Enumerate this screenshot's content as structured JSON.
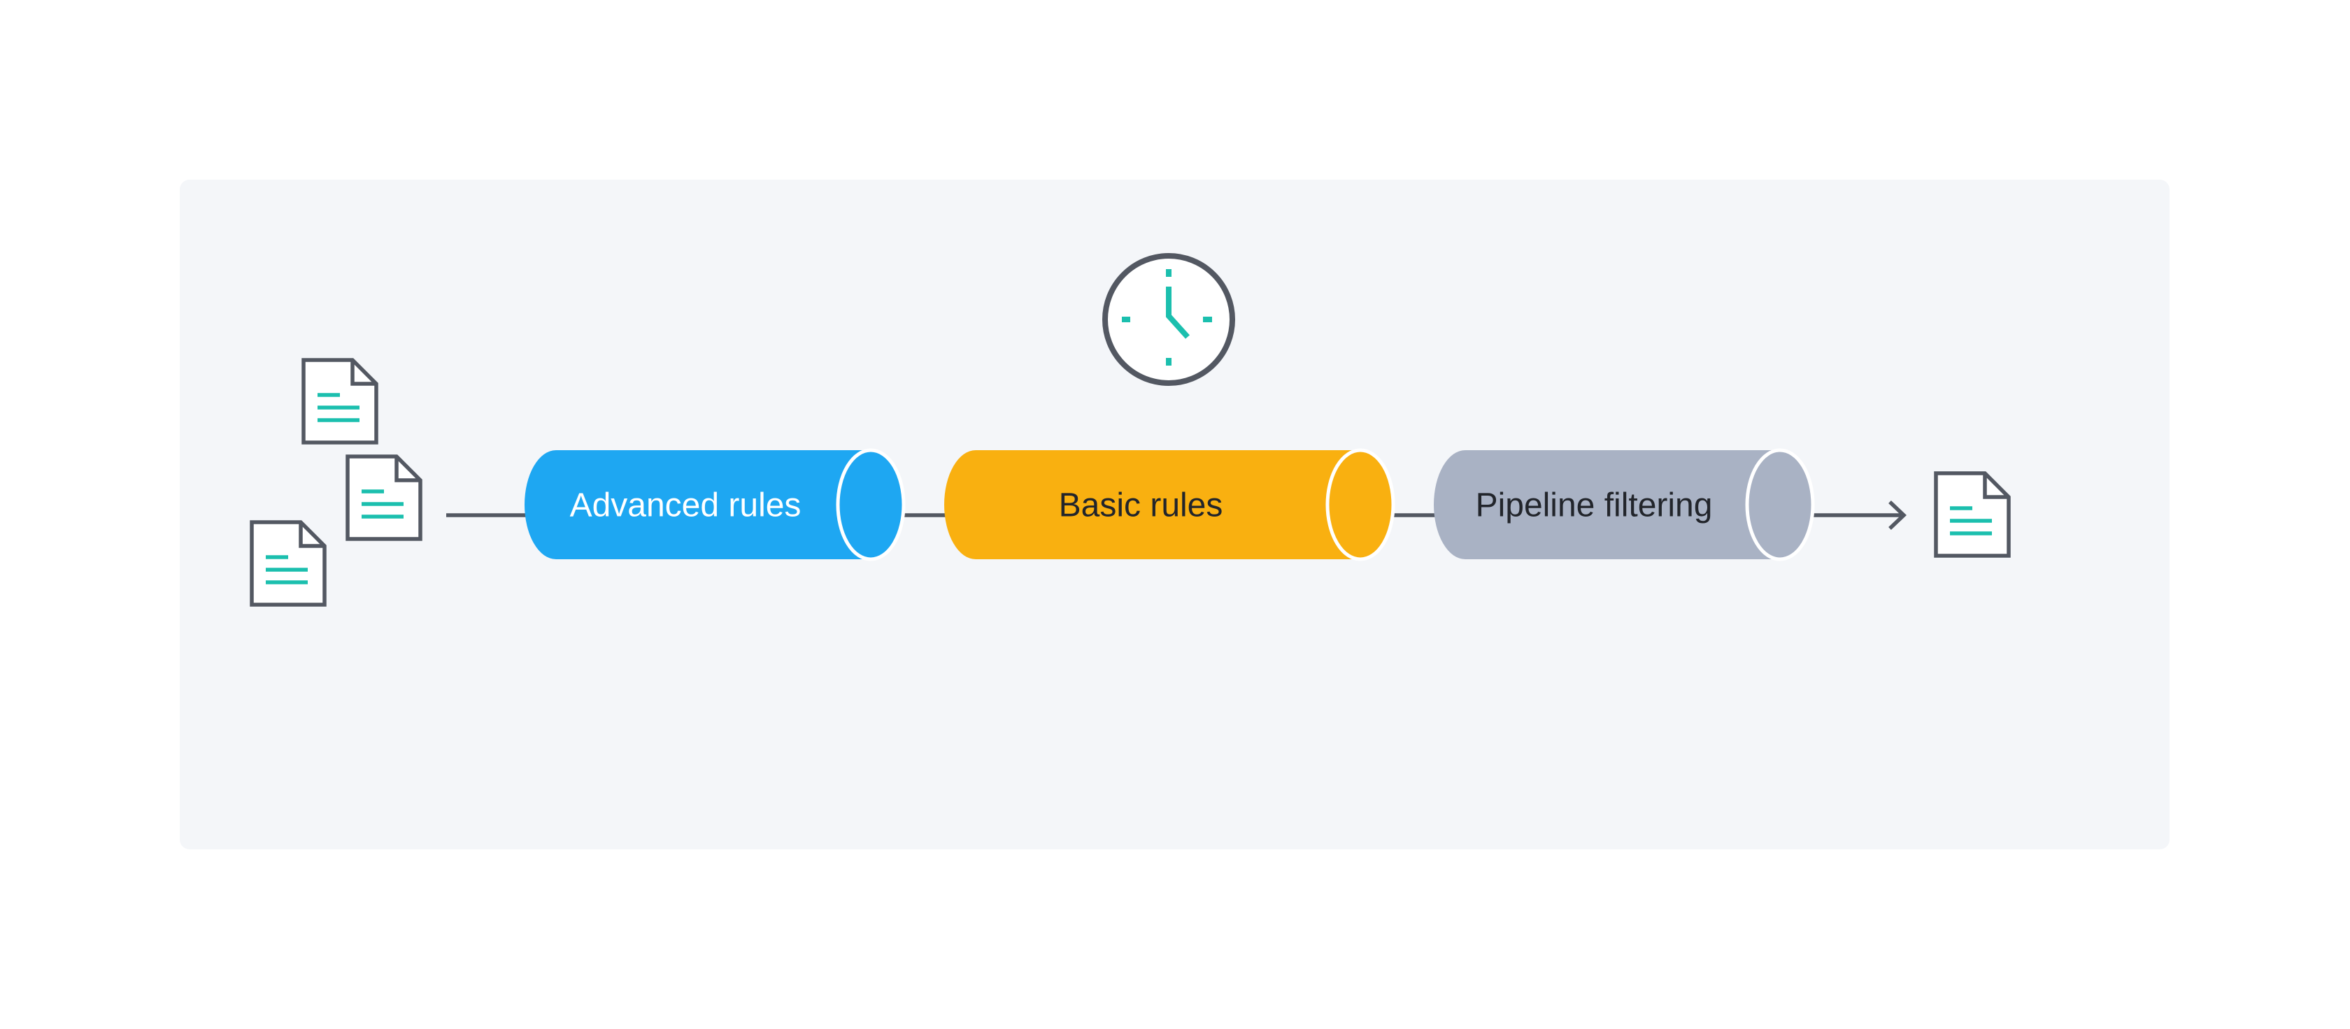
{
  "stages": [
    {
      "label": "Advanced rules",
      "fill": "#1ea7f2",
      "text_color": "#ffffff"
    },
    {
      "label": "Basic rules",
      "fill": "#f9b010",
      "text_color": "#22252b"
    },
    {
      "label": "Pipeline filtering",
      "fill": "#a9b2c4",
      "text_color": "#22252b"
    }
  ],
  "icons": {
    "document": "document-icon",
    "clock": "clock-icon",
    "arrow": "arrow-right-icon"
  },
  "colors": {
    "panel_background": "#f4f6f9",
    "outline": "#535862",
    "accent": "#1bbfae"
  }
}
